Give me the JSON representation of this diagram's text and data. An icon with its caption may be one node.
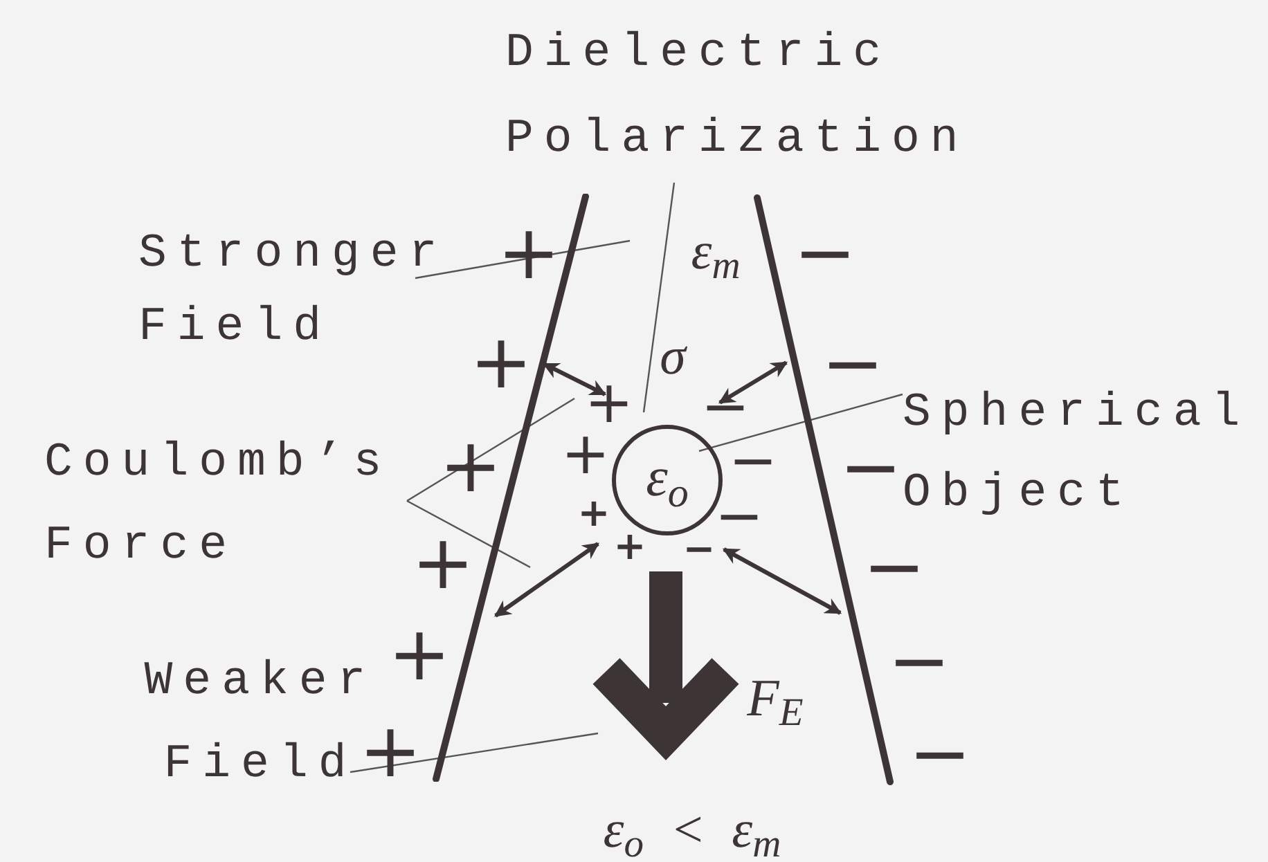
{
  "diagram": {
    "nodes": [
      {
        "text": [
          "Dielectric Polarization"
        ]
      },
      {
        "text": [
          "Stronger Field"
        ]
      },
      {
        "text": [],
        "shape": "bar"
      },
      {
        "text": [],
        "shape": "bar"
      },
      {
        "text": [
          "ε$_{o}$"
        ]
      },
      {
        "text": [
          "Spherical Object"
        ]
      },
      {
        "text": [
          "Coulomb’s Force"
        ]
      },
      {
        "text": [],
        "shape": "arrow",
        "beside": [
          "F$_{E}$"
        ]
      },
      {
        "text": [
          "Weaker Field"
        ]
      }
    ],
    "edges": [
      {
        "from": 0,
        "to": 4,
        "arrow": "none"
      },
      {
        "from": 1,
        "to": null,
        "arrow": "none"
      },
      {
        "from": 2,
        "to": 4,
        "arrow": "both",
        "style": "thick"
      },
      {
        "from": 3,
        "to": 4,
        "arrow": "both",
        "style": "thick"
      },
      {
        "from": 2,
        "to": 4,
        "arrow": "both",
        "style": "thick"
      },
      {
        "from": 3,
        "to": 4,
        "arrow": "both",
        "style": "thick"
      },
      {
        "from": 5,
        "to": 4,
        "arrow": "none"
      },
      {
        "from": 6,
        "to": 2,
        "arrow": "none"
      },
      {
        "from": 6,
        "to": 2,
        "arrow": "none"
      },
      {
        "from": 8,
        "to": 7,
        "arrow": "none"
      }
    ],
    "labels": [
      "ε$_{m}$",
      "+",
      "−",
      "+",
      "σ",
      "−",
      "+",
      "−",
      "+",
      "−",
      "+",
      "−",
      "+",
      "−",
      "+",
      "−",
      "+",
      "−",
      "+",
      "−",
      "+",
      "−",
      "ε$_{o}$  <  ε$_{m}$"
    ]
  }
}
